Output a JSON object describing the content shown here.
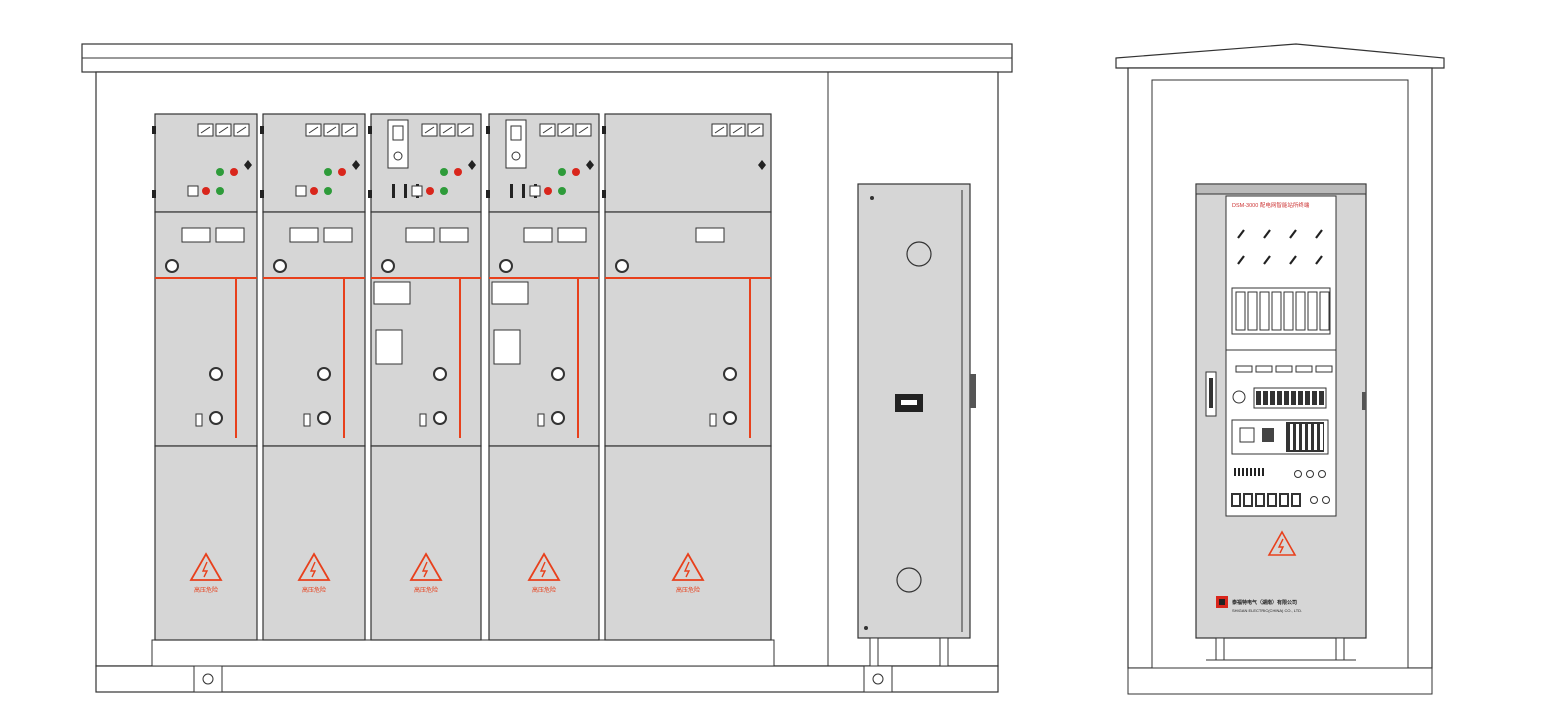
{
  "colors": {
    "panel": "#d6d6d6",
    "panel_dark": "#c8c8c8",
    "outline": "#333333",
    "busbar": "#e8401c",
    "warning": "#e8401c",
    "indicator_green": "#2e9b3a",
    "indicator_red": "#d9261c"
  },
  "switchgear": {
    "warning_text": "高压危险",
    "cabinets": [
      {
        "id": "cab1",
        "has_relay": false
      },
      {
        "id": "cab2",
        "has_relay": false
      },
      {
        "id": "cab3",
        "has_relay": true
      },
      {
        "id": "cab4",
        "has_relay": true
      },
      {
        "id": "cab5",
        "has_relay": false
      }
    ]
  },
  "dtu_cabinet": {
    "model_label": "DSM-3000  配电网智能站所终端",
    "company_cn": "泰福特电气（湖南）有限公司",
    "company_en": "SHIGAN ELECTRIC(CHINA) CO., LTD."
  },
  "icons": [
    "warning-triangle-icon",
    "company-logo-icon",
    "door-handle-icon"
  ]
}
